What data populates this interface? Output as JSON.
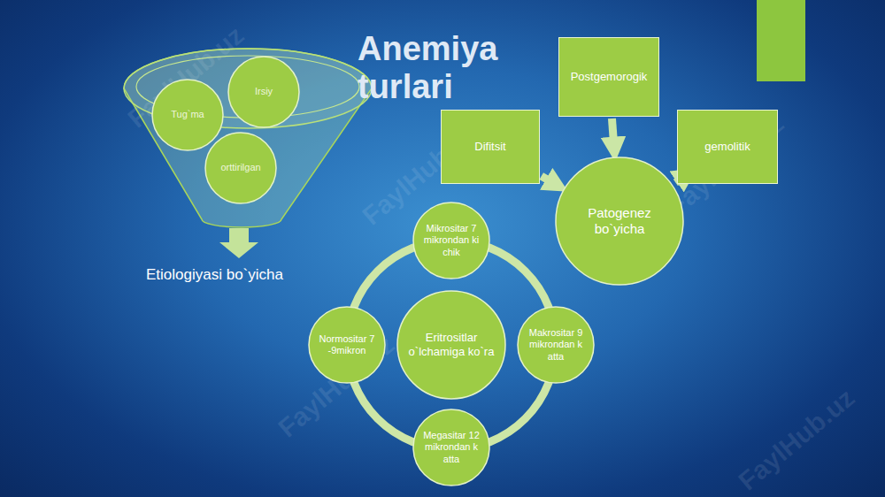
{
  "diagram": {
    "title": "Anemiya turlari",
    "nodes": [
      {
        "text": [
          "Tug`ma"
        ]
      },
      {
        "text": [
          "Irsiy"
        ]
      },
      {
        "text": [
          "orttirilgan"
        ]
      },
      {
        "text": [
          "Postgemorogik"
        ]
      },
      {
        "text": [
          "Difitsit"
        ]
      },
      {
        "text": [
          "gemolitik"
        ]
      },
      {
        "text": [
          "Patogenez bo`yicha"
        ]
      },
      {
        "text": [
          "Mikrositar 7mikrondan kichik"
        ]
      },
      {
        "text": [
          "Normositar 7-9mikron"
        ]
      },
      {
        "text": [
          "Eritrositlar o`lchamiga ko`ra"
        ]
      },
      {
        "text": [
          "Makrositar 9mikrondan katta"
        ]
      },
      {
        "text": [
          "Megasitar 12mikrondan katta"
        ]
      }
    ],
    "edges": [
      {
        "from": 4,
        "to": 6,
        "arrow": "to"
      },
      {
        "from": 3,
        "to": 6,
        "arrow": "to"
      },
      {
        "from": 5,
        "to": 6,
        "arrow": "to"
      }
    ],
    "labels": [
      "Etiologiyasi bo`yicha",
      "FaylHub.uz",
      "FaylHub.uz",
      "FaylHub.uz",
      "FaylHub.uz",
      "FaylHub.uz"
    ]
  }
}
